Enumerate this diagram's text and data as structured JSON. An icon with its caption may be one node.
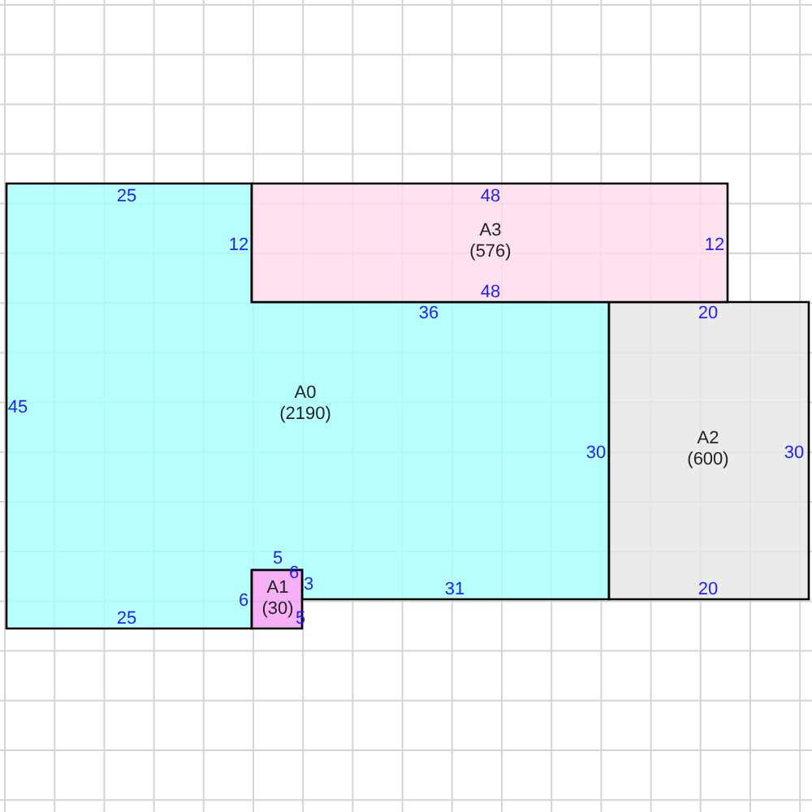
{
  "diagram": {
    "nodes": [
      {
        "text": [
          "A0",
          "(2190)"
        ]
      },
      {
        "text": [
          "A1",
          "(30)"
        ]
      },
      {
        "text": [
          "A2",
          "(600)"
        ]
      },
      {
        "text": [
          "A3",
          "(576)"
        ]
      }
    ],
    "labels": [
      "25",
      "48",
      "12",
      "12",
      "48",
      "36",
      "20",
      "45",
      "30",
      "30",
      "5",
      "6",
      "3",
      "31",
      "20",
      "6",
      "25",
      "5"
    ]
  }
}
